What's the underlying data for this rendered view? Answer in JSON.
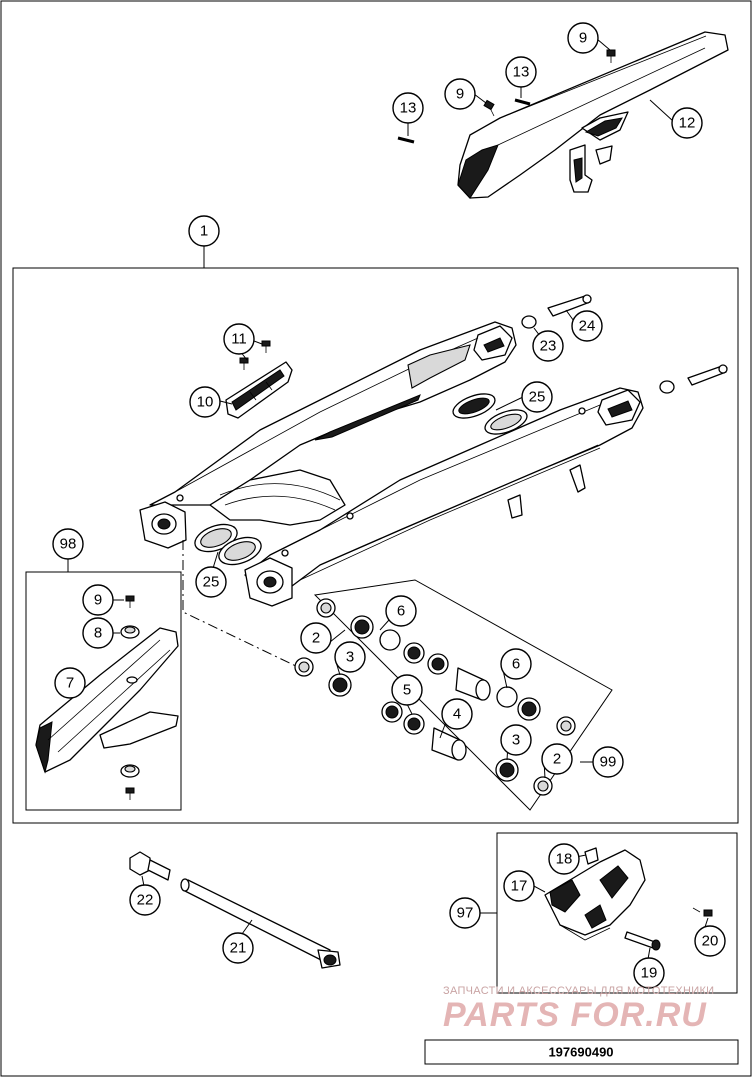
{
  "document_number": "197690490",
  "watermark": {
    "subtitle": "ЗАПЧАСТИ И АКСЕССУАРЫ ДЛЯ МОТОТЕХНИКИ",
    "logo": "PARTS FOR.RU"
  },
  "callouts": {
    "c1": "1",
    "c2a": "2",
    "c2b": "2",
    "c3a": "3",
    "c3b": "3",
    "c4": "4",
    "c5": "5",
    "c6a": "6",
    "c6b": "6",
    "c7": "7",
    "c8": "8",
    "c9a": "9",
    "c9b": "9",
    "c9c": "9",
    "c10": "10",
    "c11": "11",
    "c12": "12",
    "c13a": "13",
    "c13b": "13",
    "c17": "17",
    "c18": "18",
    "c19": "19",
    "c20": "20",
    "c21": "21",
    "c22": "22",
    "c23": "23",
    "c24": "24",
    "c25a": "25",
    "c25b": "25",
    "c97": "97",
    "c98": "98",
    "c99": "99"
  }
}
